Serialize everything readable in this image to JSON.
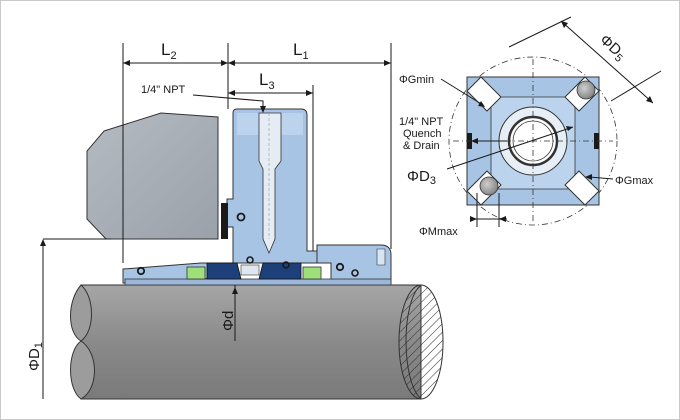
{
  "labels": {
    "l2": "L",
    "l2_sub": "2",
    "l1": "L",
    "l1_sub": "1",
    "l3": "L",
    "l3_sub": "3",
    "npt": "1/4\" NPT",
    "d1": "ΦD",
    "d1_sub": "1",
    "d": "Φd",
    "gmin": "ΦGmin",
    "quench_1": "1/4\" NPT",
    "quench_2": "Quench",
    "quench_3": "& Drain",
    "d3": "ΦD",
    "d3_sub": "3",
    "d5": "ΦD",
    "d5_sub": "5",
    "gmax": "ΦGmax",
    "mmax": "ΦMmax"
  },
  "colors": {
    "gland": "#a8c4e4",
    "gland_dark": "#8aa8cc",
    "housing": "#a9afb6",
    "shaft": "#8c8c8c",
    "seal_face": "#1d3f7a",
    "spring_green": "#9fe07a",
    "line": "#1a1a1a"
  }
}
